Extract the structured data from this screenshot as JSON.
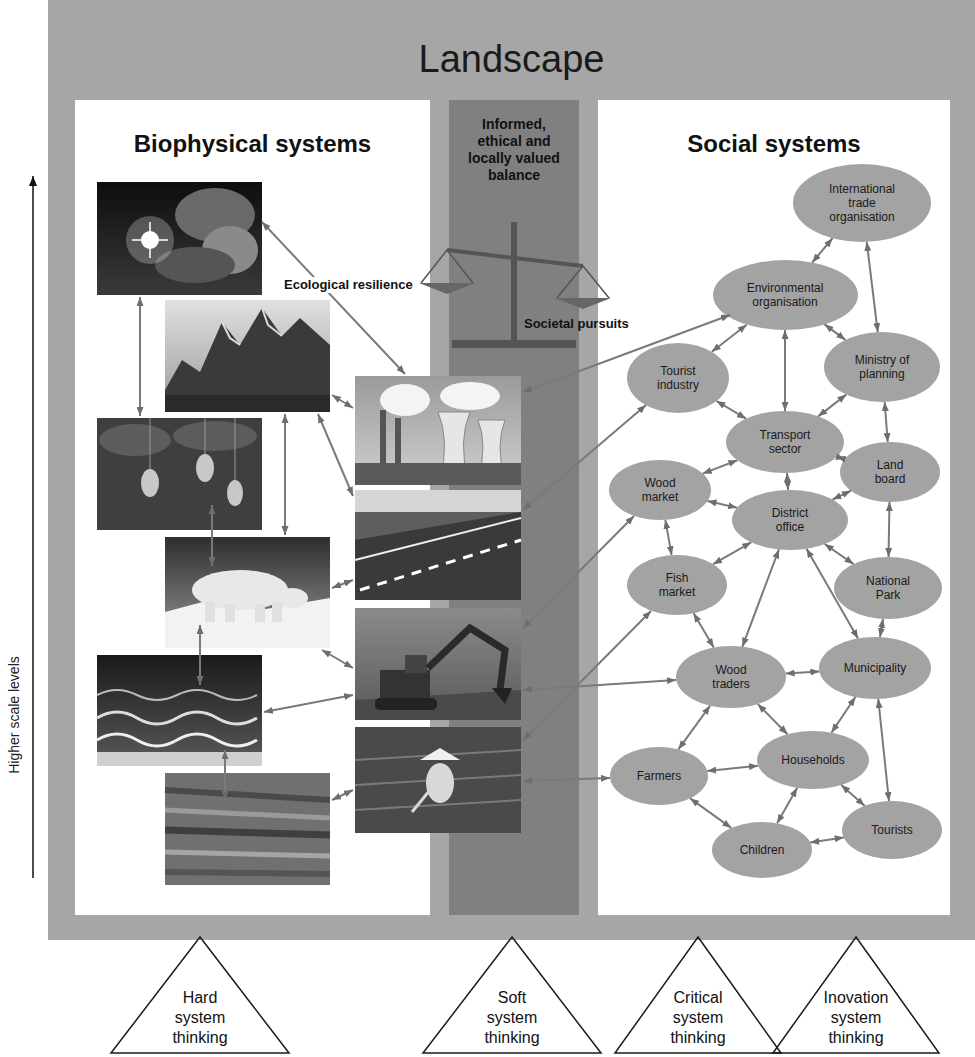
{
  "diagram": {
    "nodes": [
      {
        "text": [
          "Landscape"
        ]
      },
      {
        "text": [
          "Biophysical systems"
        ],
        "in": 0
      },
      {
        "text": [
          "Informed, ethical and locally valued balance"
        ],
        "in": 0
      },
      {
        "text": [
          "Social systems"
        ],
        "in": 0
      },
      {
        "text": [
          "International trade organisation"
        ],
        "in": 3
      },
      {
        "text": [
          "Environmental organisation"
        ],
        "in": 3
      },
      {
        "text": [
          "Tourist industry"
        ],
        "in": 3
      },
      {
        "text": [
          "Ministry of planning"
        ],
        "in": 3
      },
      {
        "text": [
          "Transport sector"
        ],
        "in": 3
      },
      {
        "text": [
          "Land board"
        ],
        "in": 3
      },
      {
        "text": [
          "Wood market"
        ],
        "in": 3
      },
      {
        "text": [
          "District office"
        ],
        "in": 3
      },
      {
        "text": [
          "Fish market"
        ],
        "in": 3
      },
      {
        "text": [
          "National Park"
        ],
        "in": 3
      },
      {
        "text": [
          "Wood traders"
        ],
        "in": 3
      },
      {
        "text": [
          "Municipality"
        ],
        "in": 3
      },
      {
        "text": [
          "Farmers"
        ],
        "in": 3
      },
      {
        "text": [
          "Households"
        ],
        "in": 3
      },
      {
        "text": [
          "Children"
        ],
        "in": 3
      },
      {
        "text": [
          "Tourists"
        ],
        "in": 3
      },
      {
        "text": [
          "Hard system thinking"
        ]
      },
      {
        "text": [
          "Soft system thinking"
        ]
      },
      {
        "text": [
          "Critical system thinking"
        ]
      },
      {
        "text": [
          "Inovation system thinking"
        ]
      }
    ],
    "edges": [
      {
        "from": 4,
        "to": 5,
        "arrow": "both"
      },
      {
        "from": 4,
        "to": 7,
        "arrow": "both"
      },
      {
        "from": 5,
        "to": 6,
        "arrow": "both"
      },
      {
        "from": 5,
        "to": 8,
        "arrow": "both"
      },
      {
        "from": 5,
        "to": 7,
        "arrow": "both"
      },
      {
        "from": 6,
        "to": 8,
        "arrow": "both"
      },
      {
        "from": 7,
        "to": 8,
        "arrow": "both"
      },
      {
        "from": 7,
        "to": 9,
        "arrow": "both"
      },
      {
        "from": 8,
        "to": 10,
        "arrow": "both"
      },
      {
        "from": 8,
        "to": 9,
        "arrow": "both"
      },
      {
        "from": 8,
        "to": 11,
        "arrow": "both"
      },
      {
        "from": 10,
        "to": 11,
        "arrow": "both"
      },
      {
        "from": 10,
        "to": 12,
        "arrow": "both"
      },
      {
        "from": 9,
        "to": 11,
        "arrow": "both"
      },
      {
        "from": 9,
        "to": 13,
        "arrow": "both"
      },
      {
        "from": 11,
        "to": 12,
        "arrow": "both"
      },
      {
        "from": 11,
        "to": 13,
        "arrow": "both"
      },
      {
        "from": 11,
        "to": 14,
        "arrow": "both"
      },
      {
        "from": 11,
        "to": 15,
        "arrow": "both"
      },
      {
        "from": 12,
        "to": 14,
        "arrow": "both"
      },
      {
        "from": 13,
        "to": 15,
        "arrow": "both"
      },
      {
        "from": 14,
        "to": 15,
        "arrow": "both"
      },
      {
        "from": 14,
        "to": 17,
        "arrow": "both"
      },
      {
        "from": 14,
        "to": 16,
        "arrow": "both"
      },
      {
        "from": 15,
        "to": 17,
        "arrow": "both"
      },
      {
        "from": 15,
        "to": 19,
        "arrow": "both"
      },
      {
        "from": 16,
        "to": 17,
        "arrow": "both"
      },
      {
        "from": 16,
        "to": 18,
        "arrow": "both"
      },
      {
        "from": 17,
        "to": 18,
        "arrow": "both"
      },
      {
        "from": 17,
        "to": 19,
        "arrow": "both"
      },
      {
        "from": 18,
        "to": 19,
        "arrow": "both"
      }
    ],
    "labels": [
      "Ecological resilience",
      "Societal pursuits",
      "Higher scale levels"
    ]
  }
}
